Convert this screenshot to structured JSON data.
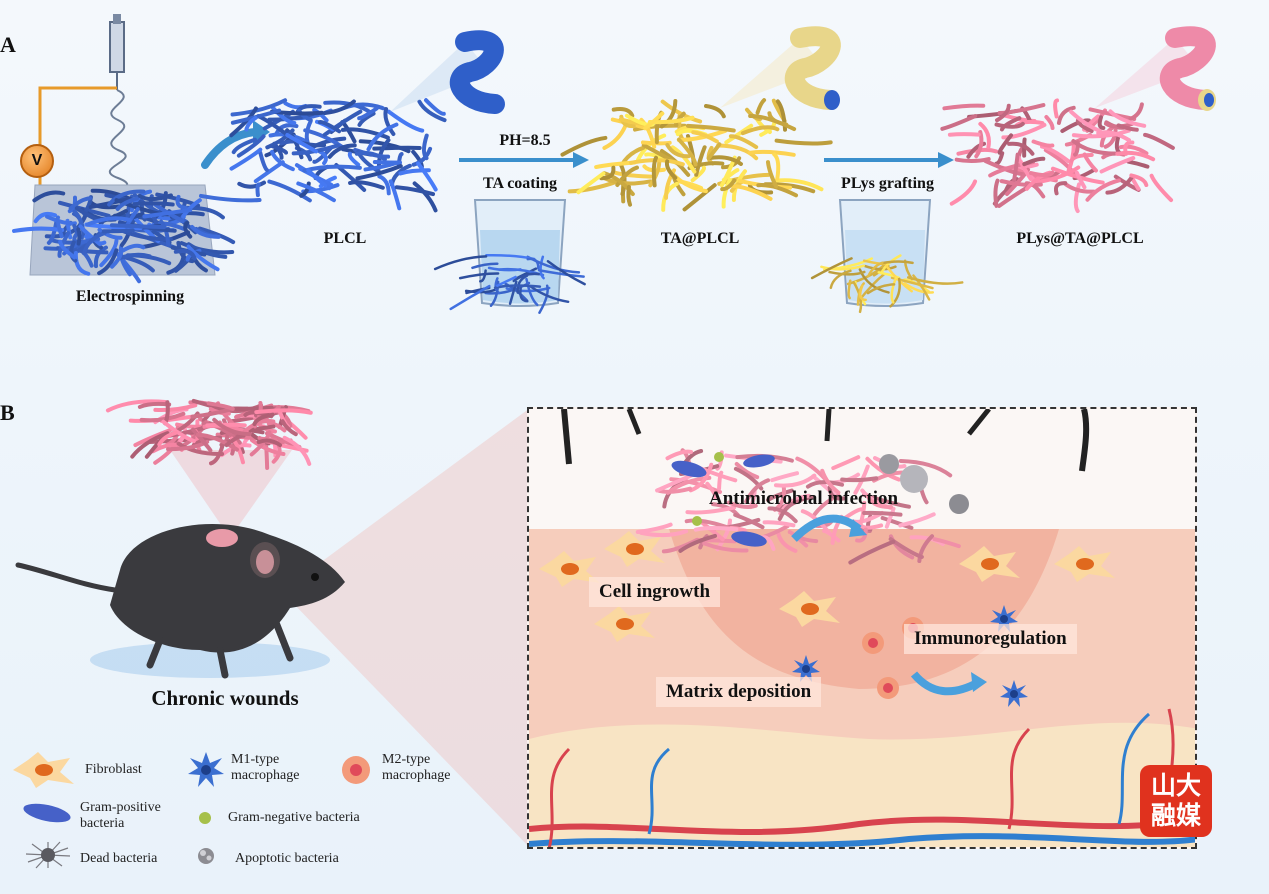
{
  "panel_a": {
    "letter": "A",
    "electrospinning": "Electrospinning",
    "voltage": "V",
    "plcl": "PLCL",
    "step1_top": "PH=8.5",
    "step1_bottom": "TA coating",
    "ta_plcl": "TA@PLCL",
    "step2": "PLys grafting",
    "plys_ta_plcl": "PLys@TA@PLCL"
  },
  "panel_b": {
    "letter": "B",
    "chronic_wounds": "Chronic wounds",
    "antimicrobial": "Antimicrobial infection",
    "cell_ingrowth": "Cell ingrowth",
    "immunoregulation": "Immunoregulation",
    "matrix_deposition": "Matrix deposition"
  },
  "legend": {
    "fibroblast": "Fibroblast",
    "m1_line1": "M1-type",
    "m1_line2": "macrophage",
    "m2_line1": "M2-type",
    "m2_line2": "macrophage",
    "gram_pos_line1": "Gram-positive",
    "gram_pos_line2": "bacteria",
    "gram_neg": "Gram-negative bacteria",
    "dead": "Dead bacteria",
    "apoptotic": "Apoptotic bacteria"
  },
  "watermark": {
    "line1": "山大",
    "line2": "融媒"
  },
  "colors": {
    "plcl_blue": "#3a64c8",
    "ta_yellow": "#e6c04a",
    "plys_pink": "#e27a96",
    "arrow_blue": "#3a8fcc",
    "vessel_red": "#d8434e",
    "vessel_blue": "#2f7fd0",
    "watermark_red": "#e0321e"
  }
}
